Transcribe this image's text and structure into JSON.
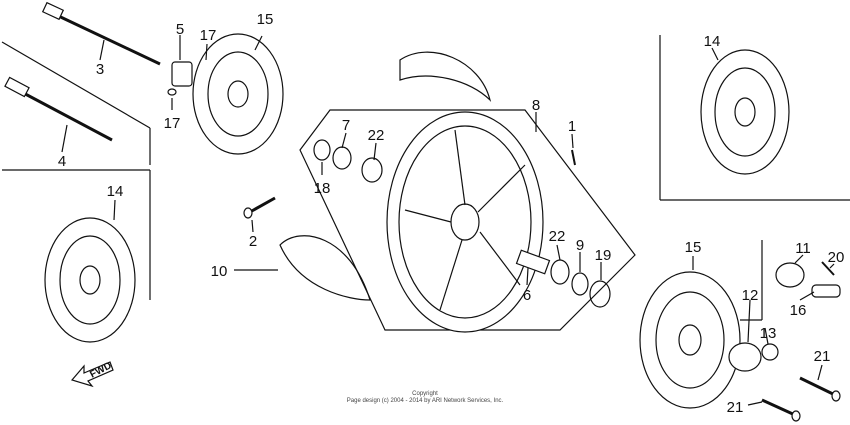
{
  "callouts": {
    "c1": "1",
    "c2": "2",
    "c3": "3",
    "c4": "4",
    "c5": "5",
    "c6": "6",
    "c7": "7",
    "c8": "8",
    "c9": "9",
    "c10": "10",
    "c11": "11",
    "c12": "12",
    "c13": "13",
    "c14a": "14",
    "c14b": "14",
    "c15a": "15",
    "c15b": "15",
    "c16": "16",
    "c17a": "17",
    "c17b": "17",
    "c18": "18",
    "c19": "19",
    "c20": "20",
    "c21a": "21",
    "c21b": "21",
    "c22a": "22",
    "c22b": "22"
  },
  "fwd_label": "FWD",
  "copyright": {
    "line1": "Copyright",
    "line2": "Page design (c) 2004 - 2014 by ARI Network Services, Inc."
  },
  "colors": {
    "ink": "#111111",
    "paper": "#ffffff"
  }
}
